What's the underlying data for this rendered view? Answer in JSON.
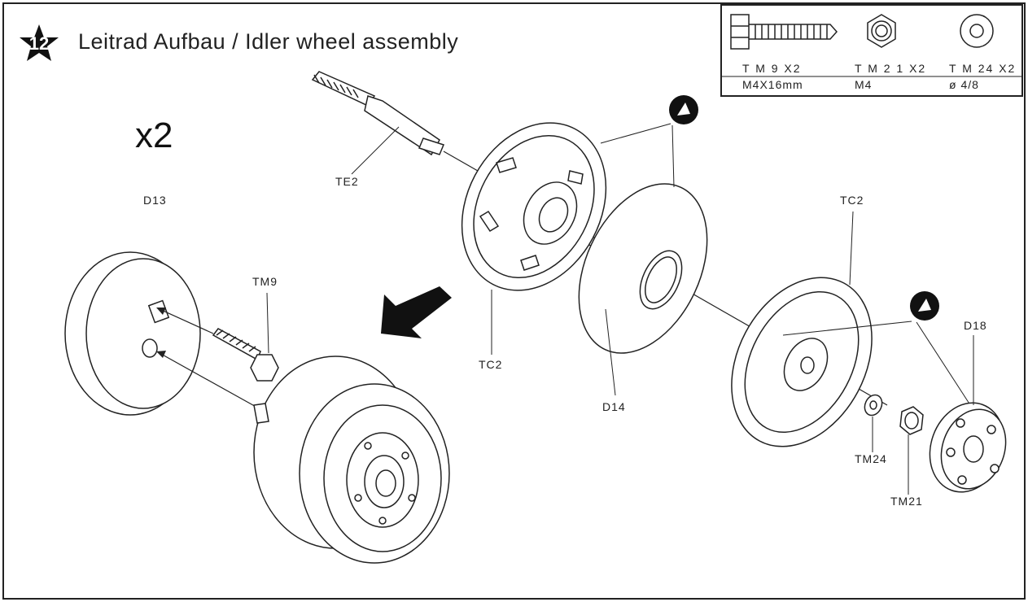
{
  "step": {
    "number": "12"
  },
  "title": "Leitrad Aufbau / Idler wheel assembly",
  "quantity": "x2",
  "legend": {
    "items": [
      {
        "code": "T M 9 X2",
        "spec": "M4X16mm",
        "icon": "screw-icon"
      },
      {
        "code": "T M 2 1 X2",
        "spec": "M4",
        "icon": "hex-nut-icon"
      },
      {
        "code": "T M 24 X2",
        "spec": "ø 4/8",
        "icon": "washer-icon"
      }
    ]
  },
  "labels": {
    "te2": "TE2",
    "d13": "D13",
    "tm9": "TM9",
    "tc2_left": "TC2",
    "d14": "D14",
    "tc2_right": "TC2",
    "d18": "D18",
    "tm24": "TM24",
    "tm21": "TM21"
  },
  "colors": {
    "ink": "#222222",
    "paper": "#ffffff",
    "badge": "#111111"
  }
}
